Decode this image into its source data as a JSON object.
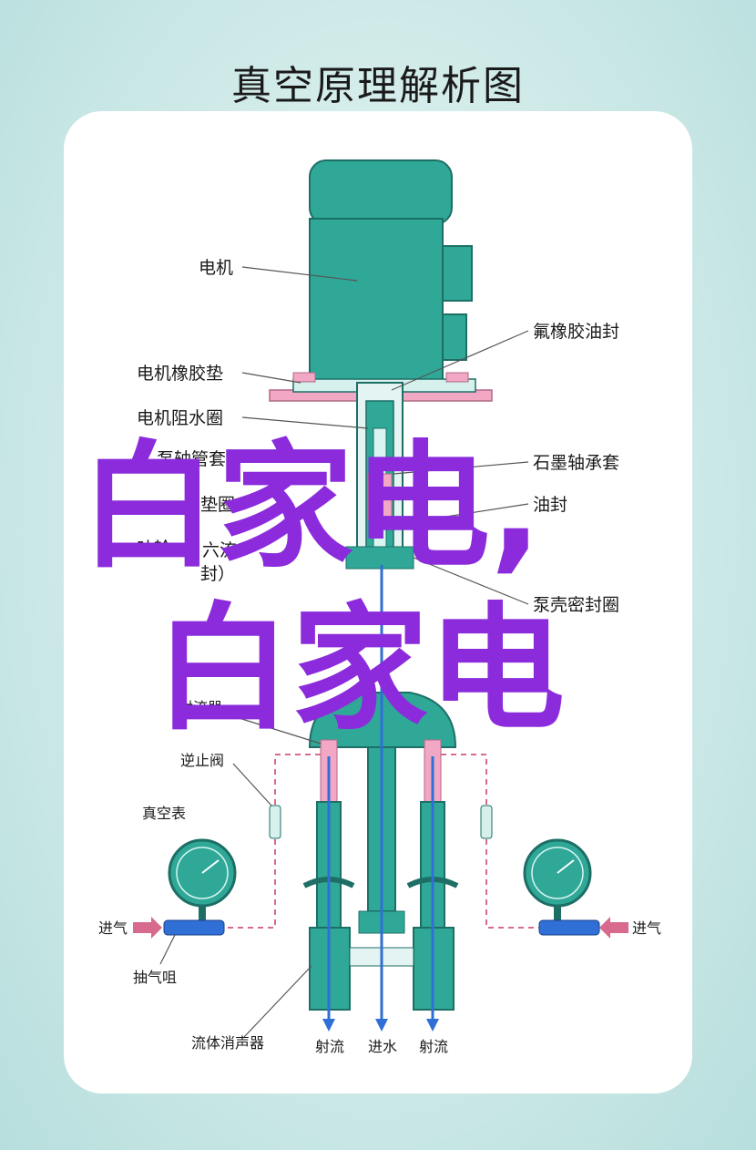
{
  "title": "真空原理解析图",
  "labels": {
    "motor": "电机",
    "fluoro_seal": "氟橡胶油封",
    "motor_rubber_pad": "电机橡胶垫",
    "motor_water_ring": "电机阻水圈",
    "pump_shaft_sleeve": "泵轴管套",
    "graphite_bearing": "石墨轴承套",
    "gasket": "垫圈",
    "oil_seal": "油封",
    "impeller": "叶轮",
    "six_flow": "六流",
    "seal": "封）",
    "body_seal_ring": "泵壳密封圈",
    "ejector": "射流器",
    "check_valve": "逆止阀",
    "vacuum_gauge": "真空表",
    "air_in_left": "进气",
    "air_in_right": "进气",
    "suction_block": "抽气咀",
    "fluid_muffler": "流体消声器",
    "jet_flow": "射流",
    "water_in": "进水",
    "jet_flow_2": "射流"
  },
  "watermark": {
    "line1": "白家电,",
    "line2": "白家电"
  },
  "colors": {
    "teal": "#2fa898",
    "teal_dark": "#1d6f66",
    "pink": "#f2a7c4",
    "blue": "#2f6fd6",
    "purple": "#8b2bdc",
    "dash": "#d86a8e"
  }
}
